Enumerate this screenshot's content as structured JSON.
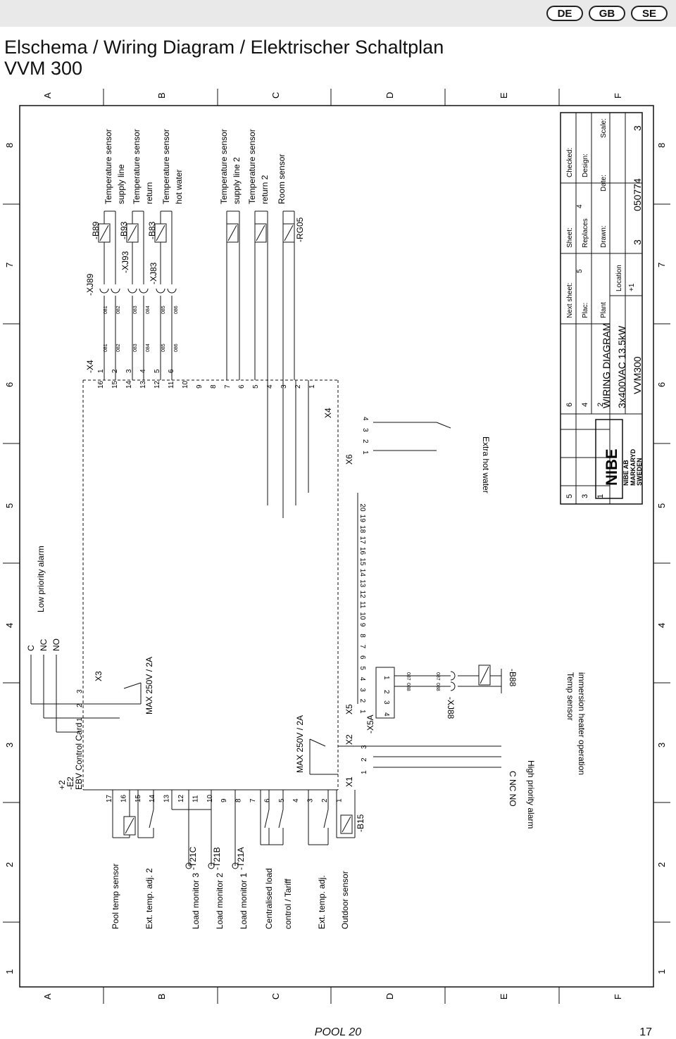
{
  "languages": [
    "DE",
    "GB",
    "SE"
  ],
  "title": {
    "line1": "Elschema / Wiring Diagram / Elektrischer Schaltplan",
    "line2": "VVM 300"
  },
  "grid": {
    "letters": [
      "A",
      "B",
      "C",
      "D",
      "E",
      "F"
    ],
    "numbers": [
      "8",
      "7",
      "6",
      "5",
      "4",
      "3",
      "2",
      "1"
    ]
  },
  "left_labels": {
    "pool_temp": "Pool temp sensor",
    "ext_temp_adj_2": "Ext. temp. adj. 2",
    "load_monitor_3": "Load monitor 3",
    "load_monitor_2": "Load monitor 2",
    "load_monitor_1": "Load monitor 1",
    "centralised_load": "Centralised load",
    "control_tariff": "control / Tariff",
    "ext_temp_adj": "Ext. temp. adj.",
    "outdoor_sensor": "Outdoor sensor"
  },
  "components": {
    "t21c": "-T21C",
    "t21b": "-T21B",
    "t21a": "-T21A",
    "b15": "-B15",
    "x1": "X1",
    "x2": "X2",
    "x3": "X3",
    "x4": "X4",
    "x5": "X5",
    "x5a": "-X5A",
    "x6": "X6",
    "minus_x4": "-X4",
    "xj88": "-XJ88",
    "b88": "-B88",
    "xj89": "-XJ89",
    "xj93": "-XJ93",
    "xj83": "-XJ83",
    "b89": "-B89",
    "b93": "-B93",
    "b83": "-B83",
    "rg05": "-RG05"
  },
  "ebv": {
    "plus2": "+2",
    "e2": "-E2",
    "card": "EBV Control Card"
  },
  "terminals_ebv": [
    "17",
    "16",
    "15",
    "14",
    "13",
    "12",
    "11",
    "10",
    "9",
    "8",
    "7",
    "6",
    "5",
    "4",
    "3",
    "2",
    "1"
  ],
  "terminals_x4_top": [
    "16",
    "15",
    "14",
    "13",
    "12",
    "11",
    "10",
    "9",
    "8",
    "7",
    "6",
    "5",
    "4",
    "3",
    "2",
    "1"
  ],
  "terminals_minus_x4": [
    "1",
    "2",
    "3",
    "4",
    "5",
    "6"
  ],
  "terminals_x5": [
    "1",
    "2",
    "3",
    "4",
    "5",
    "6",
    "7",
    "8",
    "9",
    "10",
    "11",
    "12",
    "13",
    "14",
    "15",
    "16",
    "17",
    "18",
    "19",
    "20"
  ],
  "terminals_x6": [
    "1",
    "2",
    "3",
    "4"
  ],
  "terminals_x2": [
    "1",
    "2",
    "3"
  ],
  "terminals_x3": [
    "1",
    "2",
    "3"
  ],
  "terminals_x5a": [
    "1",
    "2",
    "3",
    "4"
  ],
  "wire_ids": [
    "081",
    "082",
    "083",
    "084",
    "085",
    "086",
    "087",
    "088"
  ],
  "alarm": {
    "c": "C",
    "nc": "NC",
    "no": "NO",
    "low": "Low priority alarm",
    "high": "High priority alarm",
    "c_nc_no": "C  NC NO"
  },
  "ratings": {
    "x3": "MAX 250V / 2A",
    "x2": "MAX 250V / 2A"
  },
  "right_labels": {
    "ts_supply_1": "Temperature sensor",
    "ts_supply_2": "supply line",
    "ts_return_1": "Temperature sensor",
    "ts_return_2": "return",
    "ts_hot_1": "Temperature sensor",
    "ts_hot_2": "hot water",
    "ts_supply2_1": "Temperature sensor",
    "ts_supply2_2": "supply line 2",
    "ts_return2_1": "Temperature sensor",
    "ts_return2_2": "return 2",
    "room_sensor": "Room sensor",
    "extra_hot_water": "Extra hot water",
    "temp_sensor": "Temp sensor",
    "immersion": "immersion heater operation"
  },
  "titleblock": {
    "revs_left": [
      "5",
      "3",
      "1"
    ],
    "revs_right": [
      "6",
      "4",
      "2"
    ],
    "next_sheet_label": "Next sheet:",
    "next_sheet": "5",
    "sheet_label": "Sheet:",
    "sheet": "4",
    "checked_label": "Checked:",
    "plac_label": "Plac:",
    "replaces_label": "Replaces",
    "design_label": "Design:",
    "plant_label": "Plant",
    "drawn_label": "Drawn:",
    "date_label": "Date:",
    "scale_label": "Scale:",
    "location_label": "Location",
    "location": "+1",
    "plant": "3",
    "drawing_no": "050774",
    "rev": "3",
    "diagram_title": "WIRING DIAGRAM",
    "voltage": "3x400VAC 13.5kW",
    "model": "VVM300",
    "company1": "NIBE AB",
    "company2": "MARKARYD",
    "company3": "SWEDEN",
    "logo": "NIBE"
  },
  "footer": {
    "center": "POOL 20",
    "page": "17"
  }
}
